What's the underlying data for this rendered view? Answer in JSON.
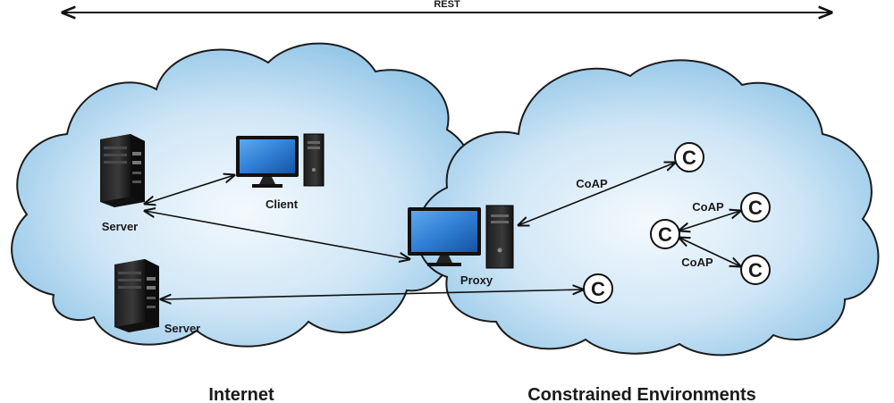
{
  "rest_label": "REST",
  "regions": {
    "internet": "Internet",
    "constrained": "Constrained Environments"
  },
  "nodes": {
    "server_top": "Server",
    "server_bottom": "Server",
    "client": "Client",
    "proxy": "Proxy",
    "coap_node_symbol": "C"
  },
  "links": {
    "proxy_to_node": "CoAP",
    "node_to_upper": "CoAP",
    "node_to_lower": "CoAP"
  },
  "icons": [
    "server-tower-icon",
    "desktop-computer-icon",
    "coap-node-icon"
  ],
  "colors": {
    "cloud_center": "#eef6fc",
    "cloud_edge": "#8fc4e6",
    "cloud_outline": "#1c1c1c",
    "arrow": "#111111",
    "screen": "#2f7fd4"
  }
}
